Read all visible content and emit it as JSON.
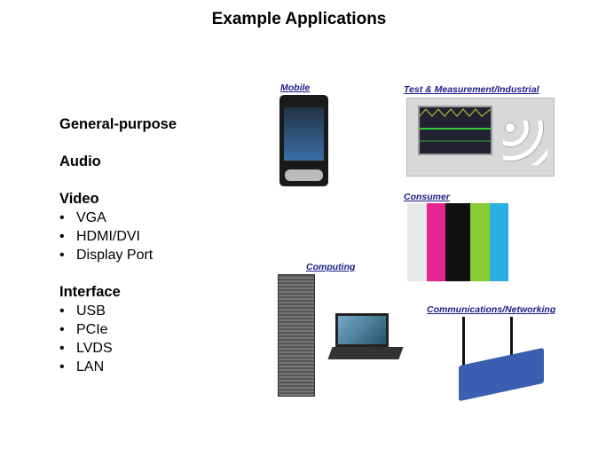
{
  "title": "Example Applications",
  "sections": [
    {
      "heading": "General-purpose",
      "items": []
    },
    {
      "heading": "Audio",
      "items": []
    },
    {
      "heading": "Video",
      "items": [
        "VGA",
        "HDMI/DVI",
        "Display Port"
      ]
    },
    {
      "heading": "Interface",
      "items": [
        "USB",
        "PCIe",
        "LVDS",
        "LAN"
      ]
    }
  ],
  "bullet": "•",
  "labels": {
    "mobile": "Mobile",
    "test": "Test & Measurement/Industrial",
    "consumer": "Consumer",
    "computing": "Computing",
    "comms": "Communications/Networking"
  }
}
